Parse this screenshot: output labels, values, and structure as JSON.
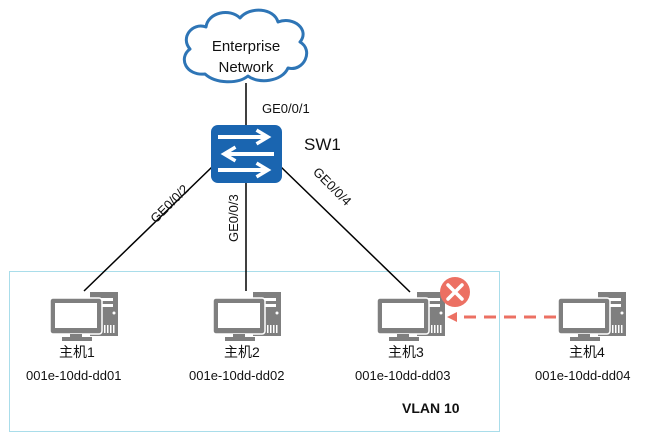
{
  "cloud": {
    "line1": "Enterprise",
    "line2": "Network"
  },
  "switch": {
    "name": "SW1"
  },
  "ports": {
    "uplink": "GE0/0/1",
    "p2": "GE0/0/2",
    "p3": "GE0/0/3",
    "p4": "GE0/0/4"
  },
  "vlan": {
    "label": "VLAN 10"
  },
  "hosts": [
    {
      "name": "主机1",
      "mac": "001e-10dd-dd01",
      "in_vlan": true,
      "connected": true
    },
    {
      "name": "主机2",
      "mac": "001e-10dd-dd02",
      "in_vlan": true,
      "connected": true
    },
    {
      "name": "主机3",
      "mac": "001e-10dd-dd03",
      "in_vlan": true,
      "connected": true,
      "blocked": true
    },
    {
      "name": "主机4",
      "mac": "001e-10dd-dd04",
      "in_vlan": false,
      "connected": false
    }
  ],
  "colors": {
    "cloud_stroke": "#2E75B6",
    "switch_fill": "#1A65B0",
    "host_gray": "#7F7F7F",
    "vlan_border": "#A9DDEA",
    "alert_red": "#EC7063",
    "link": "#000000"
  }
}
